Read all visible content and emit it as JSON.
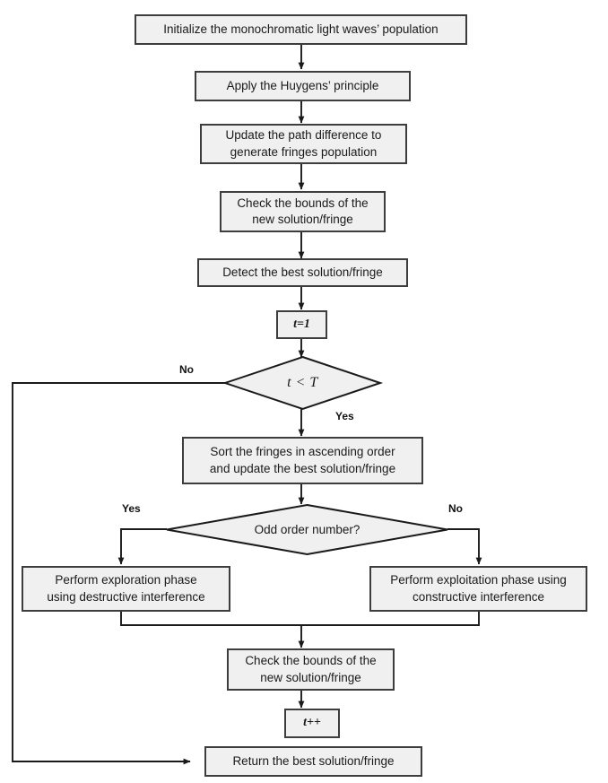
{
  "diagram": {
    "title": "Light wave optimization algorithm flowchart",
    "type": "flowchart",
    "colors": {
      "node_fill": "#f0f0f0",
      "node_border": "#3d3d3d",
      "connector": "#1a1a1a",
      "text": "#1a1a1a",
      "background": "#ffffff"
    }
  },
  "nodes": [
    {
      "id": "init",
      "shape": "process",
      "label": "Initialize the monochromatic light waves’ population"
    },
    {
      "id": "huygens",
      "shape": "process",
      "label": "Apply the Huygens’ principle"
    },
    {
      "id": "update_path",
      "shape": "process",
      "label": "Update the path difference to\ngenerate fringes population"
    },
    {
      "id": "check_1",
      "shape": "process",
      "label": "Check the bounds of the\nnew solution/fringe"
    },
    {
      "id": "detect_best",
      "shape": "process",
      "label": "Detect the best solution/fringe"
    },
    {
      "id": "t_init",
      "shape": "process",
      "label": "t=1"
    },
    {
      "id": "cond_t",
      "shape": "decision",
      "label": "t < T"
    },
    {
      "id": "sort",
      "shape": "process",
      "label": "Sort the fringes in ascending order\nand update the best solution/fringe"
    },
    {
      "id": "cond_odd",
      "shape": "decision",
      "label": "Odd order number?"
    },
    {
      "id": "exploration",
      "shape": "process",
      "label": "Perform exploration phase\nusing destructive interference"
    },
    {
      "id": "exploitation",
      "shape": "process",
      "label": "Perform exploitation phase using\nconstructive interference"
    },
    {
      "id": "check_2",
      "shape": "process",
      "label": "Check the bounds of the\nnew solution/fringe"
    },
    {
      "id": "t_inc",
      "shape": "process",
      "label": "t++"
    },
    {
      "id": "return_best",
      "shape": "process",
      "label": "Return the best solution/fringe"
    }
  ],
  "edge_labels": [
    {
      "id": "no_t",
      "text": "No"
    },
    {
      "id": "yes_t",
      "text": "Yes"
    },
    {
      "id": "yes_odd",
      "text": "Yes"
    },
    {
      "id": "no_odd",
      "text": "No"
    }
  ]
}
